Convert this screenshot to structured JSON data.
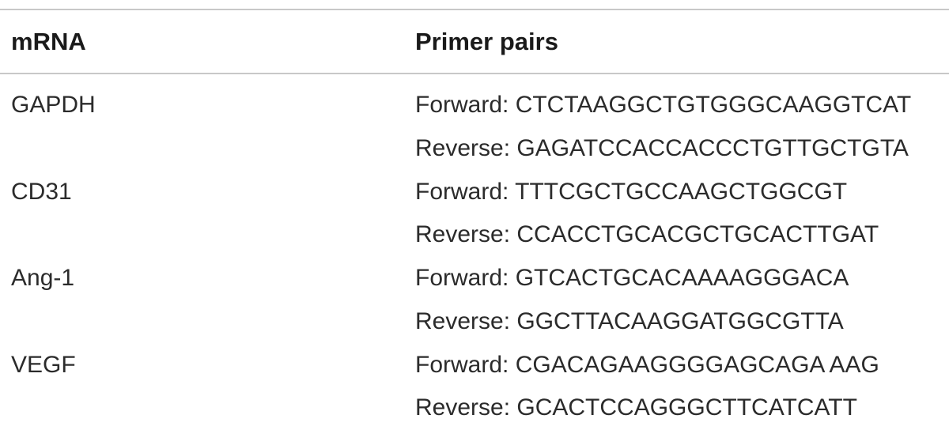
{
  "table": {
    "headers": {
      "mrna": "mRNA",
      "primers": "Primer pairs"
    },
    "rows": [
      {
        "mrna": "GAPDH",
        "primer": "Forward: CTCTAAGGCTGTGGGCAAGGTCAT"
      },
      {
        "mrna": "",
        "primer": "Reverse: GAGATCCACCACCCTGTTGCTGTA"
      },
      {
        "mrna": "CD31",
        "primer": "Forward: TTTCGCTGCCAAGCTGGCGT"
      },
      {
        "mrna": "",
        "primer": "Reverse: CCACCTGCACGCTGCACTTGAT"
      },
      {
        "mrna": "Ang-1",
        "primer": "Forward: GTCACTGCACAAAAGGGACA"
      },
      {
        "mrna": "",
        "primer": "Reverse: GGCTTACAAGGATGGCGTTA"
      },
      {
        "mrna": "VEGF",
        "primer": "Forward: CGACAGAAGGGGAGCAGA AAG"
      },
      {
        "mrna": "",
        "primer": "Reverse: GCACTCCAGGGCTTCATCATT"
      }
    ]
  }
}
